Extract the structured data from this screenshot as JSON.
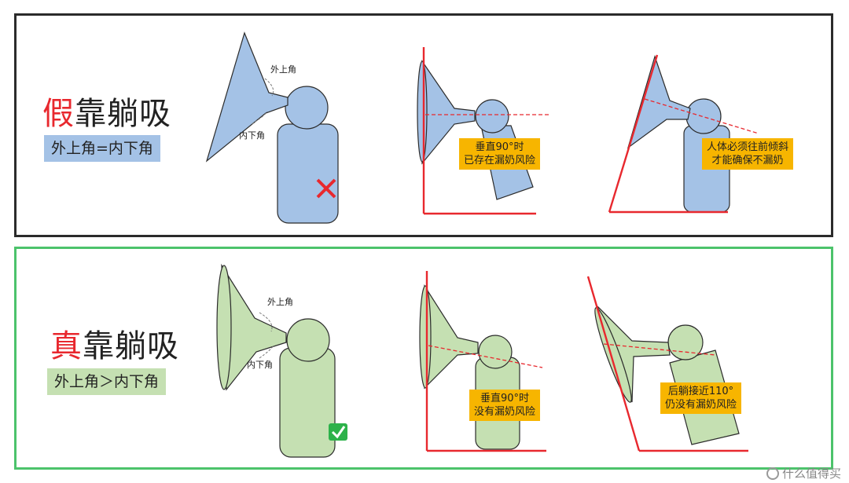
{
  "top": {
    "title_highlight": "假",
    "title_rest": "靠躺吸",
    "subtitle": "外上角=内下角",
    "label_outer": "外上角",
    "label_inner": "内下角",
    "note1": [
      "垂直90°时",
      "已存在漏奶风险"
    ],
    "note2": [
      "人体必须往前倾斜",
      "才能确保不漏奶"
    ]
  },
  "bottom": {
    "title_highlight": "真",
    "title_rest": "靠躺吸",
    "subtitle": "外上角＞内下角",
    "label_outer": "外上角",
    "label_inner": "内下角",
    "note1": [
      "垂直90°时",
      "没有漏奶风险"
    ],
    "note2": [
      "后躺接近110°",
      "仍没有漏奶风险"
    ]
  },
  "watermark": "什么值得买",
  "colors": {
    "top_fill": "#a4c2e6",
    "bottom_fill": "#c5e0b2",
    "red": "#e8282e",
    "green_border": "#4cc36b",
    "note_bg": "#f7b500",
    "check_green": "#2db24a"
  }
}
